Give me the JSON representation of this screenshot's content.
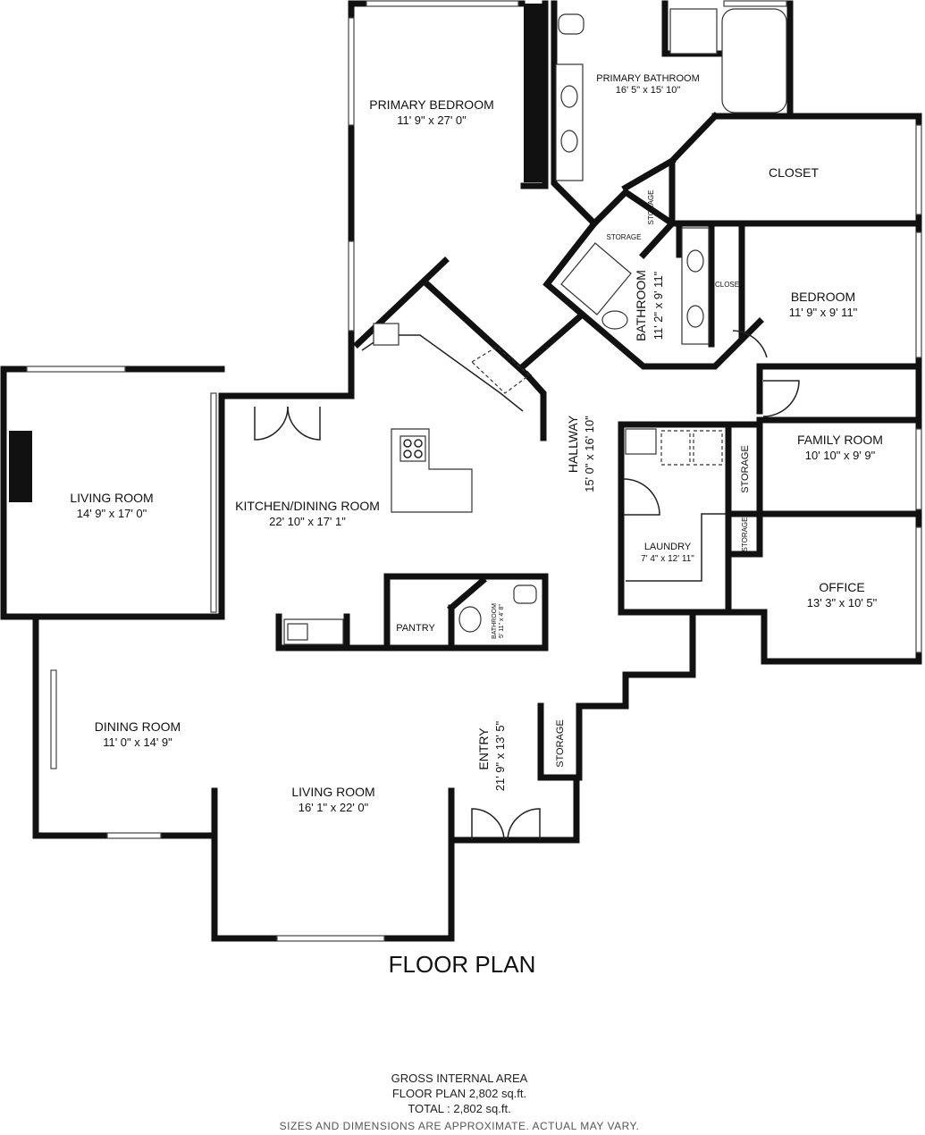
{
  "rooms": {
    "primary_bedroom": {
      "name": "PRIMARY BEDROOM",
      "dims": "11' 9\" x 27' 0\""
    },
    "primary_bathroom": {
      "name": "PRIMARY BATHROOM",
      "dims": "16' 5\" x 15' 10\""
    },
    "closet_large": {
      "name": "CLOSET"
    },
    "storage_a": {
      "name": "STORAGE"
    },
    "storage_b": {
      "name": "STORAGE"
    },
    "closet_small": {
      "name": "CLOSET"
    },
    "bathroom_2": {
      "name": "BATHROOM",
      "dims": "11' 2\" x 9' 11\""
    },
    "bedroom": {
      "name": "BEDROOM",
      "dims": "11' 9\" x 9' 11\""
    },
    "living_room_left": {
      "name": "LIVING ROOM",
      "dims": "14' 9\" x 17' 0\""
    },
    "kitchen_dining": {
      "name": "KITCHEN/DINING ROOM",
      "dims": "22' 10\" x 17' 1\""
    },
    "hallway": {
      "name": "HALLWAY",
      "dims": "15' 0\" x 16' 10\""
    },
    "family_room": {
      "name": "FAMILY ROOM",
      "dims": "10' 10\" x 9' 9\""
    },
    "storage_c": {
      "name": "STORAGE"
    },
    "laundry": {
      "name": "LAUNDRY",
      "dims": "7' 4\" x 12' 11\""
    },
    "storage_d": {
      "name": "STORAGE"
    },
    "office": {
      "name": "OFFICE",
      "dims": "13' 3\" x 10' 5\""
    },
    "pantry": {
      "name": "PANTRY"
    },
    "bathroom_small": {
      "name": "BATHROOM",
      "dims": "5' 11\" x 4' 8\""
    },
    "dining_room": {
      "name": "DINING ROOM",
      "dims": "11' 0\" x 14' 9\""
    },
    "living_room_main": {
      "name": "LIVING ROOM",
      "dims": "16' 1\" x 22' 0\""
    },
    "entry": {
      "name": "ENTRY",
      "dims": "21' 9\" x 13' 5\""
    },
    "storage_e": {
      "name": "STORAGE"
    }
  },
  "title": "FLOOR PLAN",
  "footer": {
    "line1": "GROSS INTERNAL AREA",
    "line2": "FLOOR PLAN 2,802 sq.ft.",
    "line3": "TOTAL :  2,802 sq.ft.",
    "note": "SIZES AND DIMENSIONS ARE APPROXIMATE. ACTUAL MAY VARY."
  }
}
